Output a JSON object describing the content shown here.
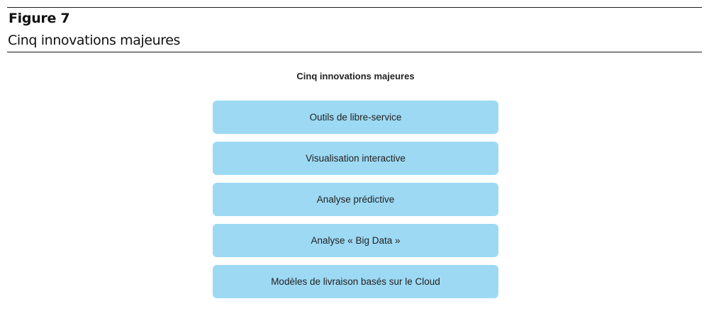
{
  "header": {
    "figure_label": "Figure 7",
    "figure_title": "Cinq innovations majeures"
  },
  "diagram": {
    "title": "Cinq innovations majeures",
    "boxes": [
      {
        "label": "Outils de libre-service"
      },
      {
        "label": "Visualisation interactive"
      },
      {
        "label": "Analyse prédictive"
      },
      {
        "label": "Analyse « Big Data »"
      },
      {
        "label": "Modèles de livraison basés sur le Cloud"
      }
    ]
  },
  "colors": {
    "box_fill": "#9dd9f3",
    "rule": "#1a1a1a"
  }
}
